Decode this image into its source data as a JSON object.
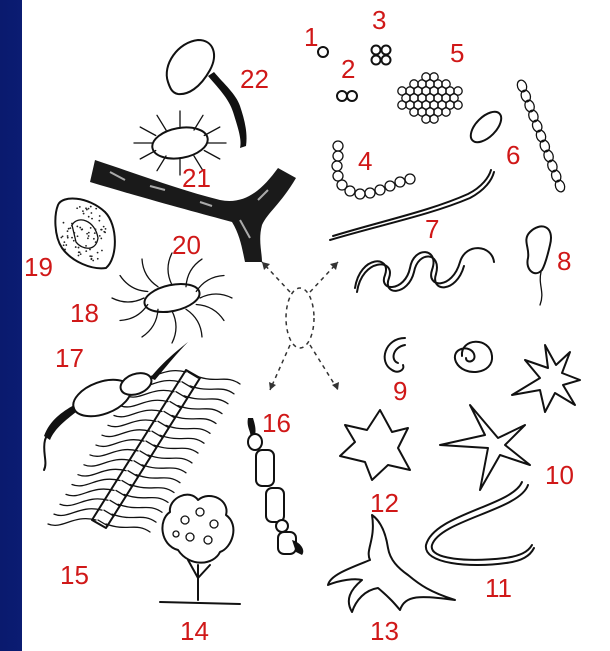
{
  "labels": [
    "1",
    "2",
    "3",
    "4",
    "5",
    "6",
    "7",
    "8",
    "9",
    "10",
    "11",
    "12",
    "13",
    "14",
    "15",
    "16",
    "17",
    "18",
    "19",
    "20",
    "21",
    "22"
  ],
  "colors": {
    "frame": "#0b1f7a",
    "panel": "#ffffff",
    "label": "#d01818",
    "ink": "#111111"
  }
}
